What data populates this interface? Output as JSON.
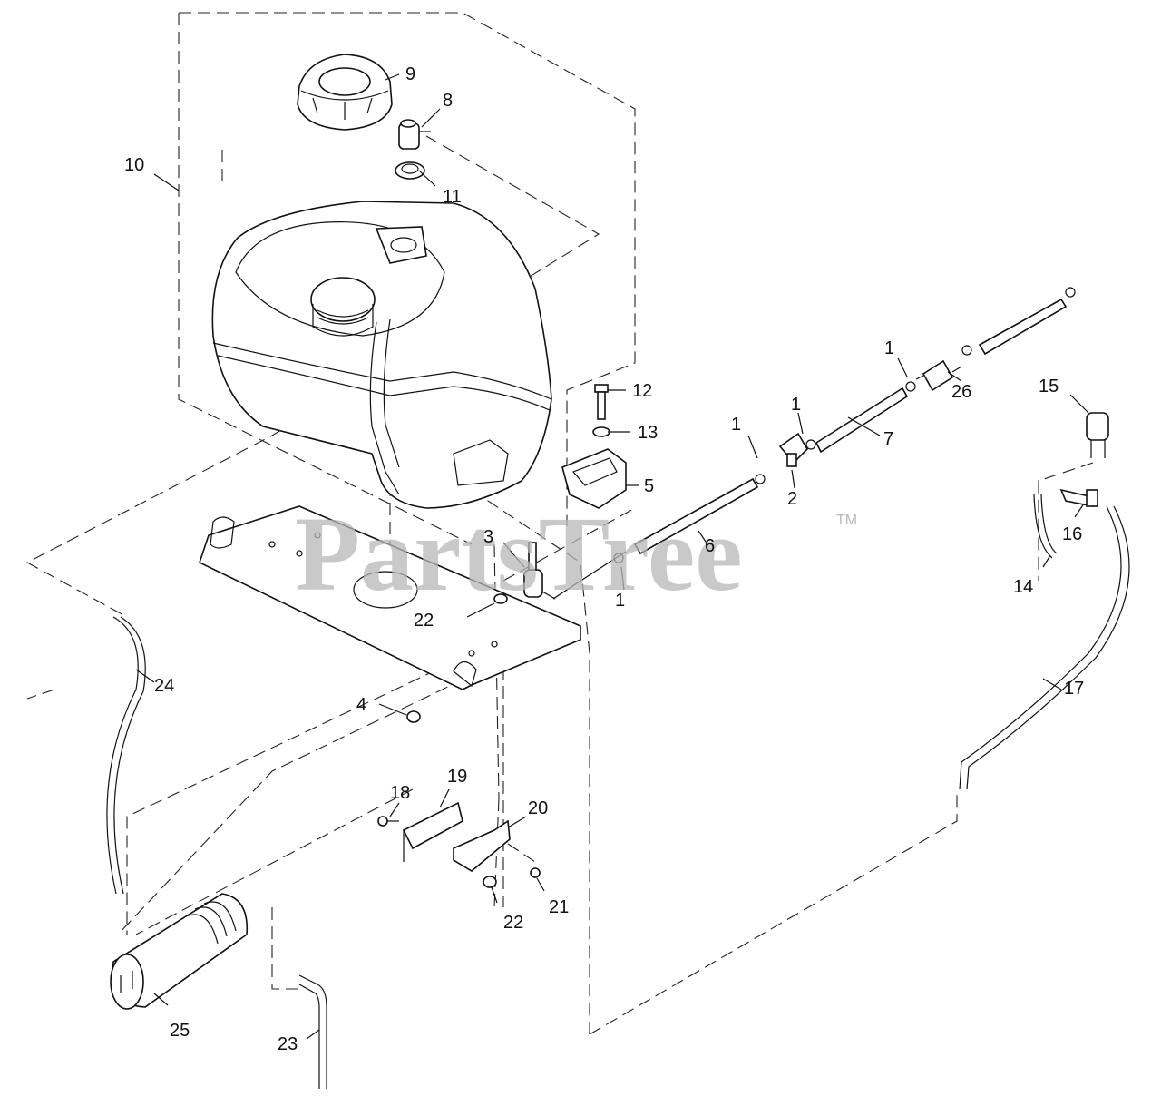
{
  "watermark": {
    "text": "PartsTree",
    "trademark": "TM"
  },
  "callouts": [
    {
      "id": "1a",
      "text": "1"
    },
    {
      "id": "1b",
      "text": "1"
    },
    {
      "id": "1c",
      "text": "1"
    },
    {
      "id": "1d",
      "text": "1"
    },
    {
      "id": "2",
      "text": "2"
    },
    {
      "id": "3",
      "text": "3"
    },
    {
      "id": "4",
      "text": "4"
    },
    {
      "id": "5",
      "text": "5"
    },
    {
      "id": "6",
      "text": "6"
    },
    {
      "id": "7",
      "text": "7"
    },
    {
      "id": "8",
      "text": "8"
    },
    {
      "id": "9",
      "text": "9"
    },
    {
      "id": "10",
      "text": "10"
    },
    {
      "id": "11",
      "text": "11"
    },
    {
      "id": "12",
      "text": "12"
    },
    {
      "id": "13",
      "text": "13"
    },
    {
      "id": "14",
      "text": "14"
    },
    {
      "id": "15",
      "text": "15"
    },
    {
      "id": "16",
      "text": "16"
    },
    {
      "id": "17",
      "text": "17"
    },
    {
      "id": "18",
      "text": "18"
    },
    {
      "id": "19",
      "text": "19"
    },
    {
      "id": "20",
      "text": "20"
    },
    {
      "id": "21",
      "text": "21"
    },
    {
      "id": "22a",
      "text": "22"
    },
    {
      "id": "22b",
      "text": "22"
    },
    {
      "id": "23",
      "text": "23"
    },
    {
      "id": "24",
      "text": "24"
    },
    {
      "id": "25",
      "text": "25"
    },
    {
      "id": "26",
      "text": "26"
    }
  ]
}
